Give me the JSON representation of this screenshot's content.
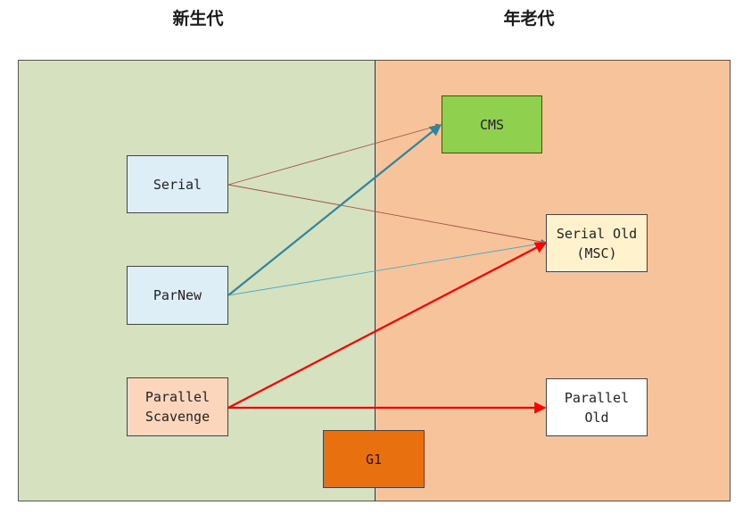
{
  "headings": {
    "young": "新生代",
    "old": "年老代"
  },
  "collectors": {
    "serial": "Serial",
    "parnew": "ParNew",
    "parallel_scavenge": "Parallel\nScavenge",
    "cms": "CMS",
    "serial_old": "Serial Old\n(MSC)",
    "parallel_old": "Parallel\nOld",
    "g1": "G1"
  },
  "connections": [
    {
      "from": "serial",
      "to": "cms",
      "color": "#a0524a",
      "style": "thin"
    },
    {
      "from": "serial",
      "to": "serial_old",
      "color": "#a0524a",
      "style": "thin"
    },
    {
      "from": "parnew",
      "to": "cms",
      "color": "#31849b",
      "style": "thick"
    },
    {
      "from": "parnew",
      "to": "serial_old",
      "color": "#4bacc6",
      "style": "thin"
    },
    {
      "from": "parallel_scavenge",
      "to": "serial_old",
      "color": "#ff0000",
      "style": "thick"
    },
    {
      "from": "parallel_scavenge",
      "to": "parallel_old",
      "color": "#ff0000",
      "style": "thick"
    }
  ],
  "colors": {
    "young_region": "#d6e1c0",
    "old_region": "#f7c39b",
    "cms": "#8fd14f",
    "serial_old": "#fff2cc",
    "g1": "#e8700f",
    "young_box": "#ddeef6",
    "parallel_scavenge": "#fbd6bd"
  }
}
